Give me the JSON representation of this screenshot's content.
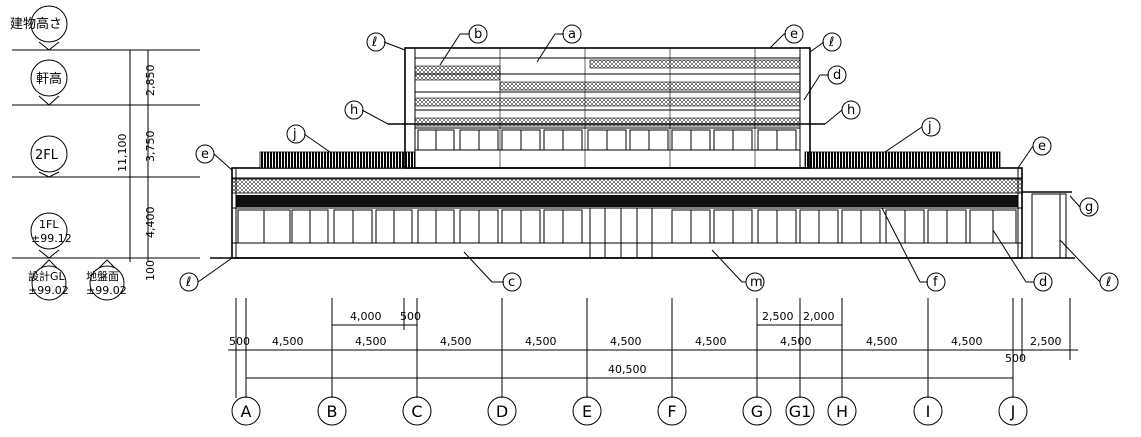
{
  "levels": {
    "building_height": "建物高さ",
    "eave_height": "軒高",
    "second_floor": "2FL",
    "first_floor": "1FL",
    "first_floor_value": "±99.12",
    "design_gl": "設計GL",
    "design_gl_value": "±99.02",
    "ground_level": "地盤面",
    "ground_level_value": "±99.02"
  },
  "heights": {
    "h1": "2,850",
    "h2": "3,750",
    "total": "11,100",
    "h3": "4,400",
    "h4": "100"
  },
  "callouts": {
    "a": "a",
    "b": "b",
    "c": "c",
    "d": "d",
    "e": "e",
    "f": "f",
    "g": "g",
    "h": "h",
    "j": "j",
    "m": "m",
    "l": "ℓ"
  },
  "dimensions": {
    "d_500_left": "500",
    "d_4500_1": "4,500",
    "d_4500_2": "4,500",
    "d_4500_3": "4,500",
    "d_4500_4": "4,500",
    "d_4500_5": "4,500",
    "d_4500_6": "4,500",
    "d_4500_7": "4,500",
    "d_4500_8": "4,500",
    "d_4500_9": "4,500",
    "d_2500_right": "2,500",
    "d_500_right": "500",
    "d_4000": "4,000",
    "d_500_top": "500",
    "d_2500_mid": "2,500",
    "d_2000_mid": "2,000",
    "total": "40,500"
  },
  "grid_axes": [
    "A",
    "B",
    "C",
    "D",
    "E",
    "F",
    "G",
    "G1",
    "H",
    "I",
    "J"
  ]
}
